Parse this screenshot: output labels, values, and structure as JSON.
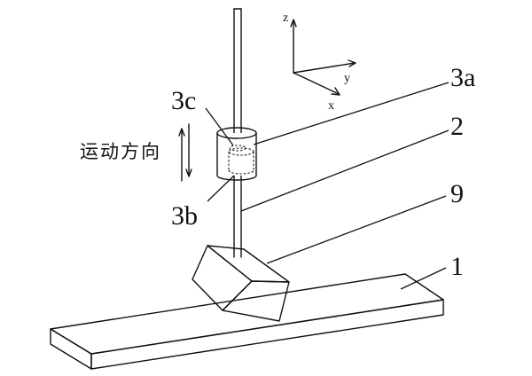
{
  "diagram": {
    "axes": {
      "z": "z",
      "y": "y",
      "x": "x"
    },
    "direction_label": "运动方向",
    "labels": {
      "rod": "2",
      "sleeve": "3a",
      "sensor_bottom": "3b",
      "sensor_inner": "3c",
      "block": "9",
      "plate": "1"
    }
  }
}
